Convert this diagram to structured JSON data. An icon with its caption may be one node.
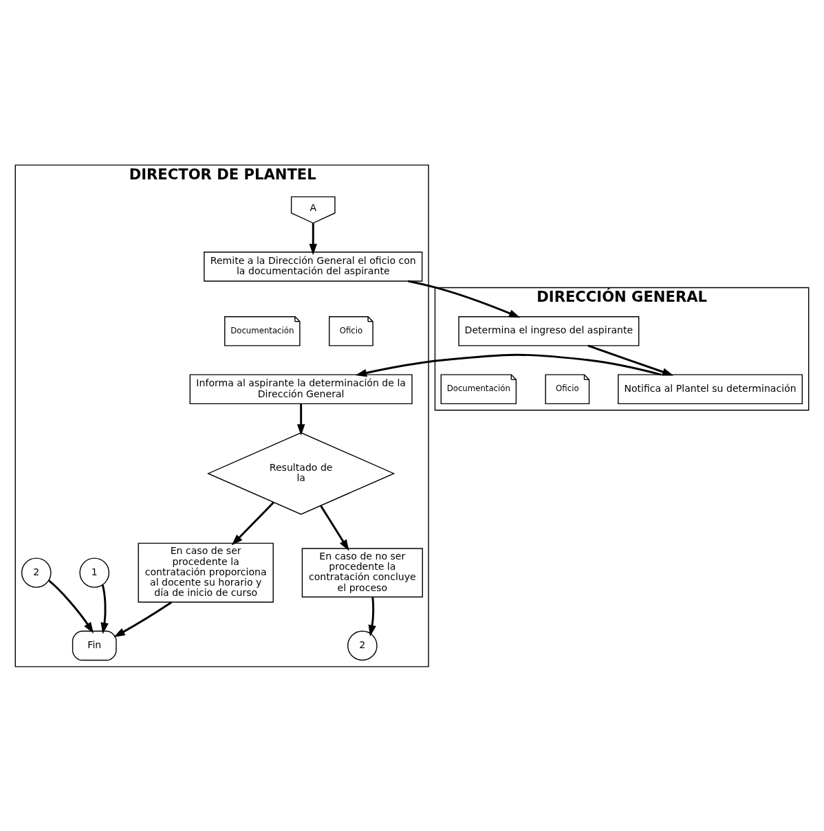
{
  "diagram": {
    "nodes": [
      {
        "text": [
          "DIRECTOR DE PLANTEL"
        ]
      },
      {
        "text": [
          "DIRECCIÓN GENERAL"
        ]
      },
      {
        "text": [
          "A"
        ],
        "in": 0
      },
      {
        "text": [
          "Remite a la Dirección General el oficio con la documentación del aspirante"
        ],
        "in": 0
      },
      {
        "text": [
          "Documentación"
        ],
        "in": 0
      },
      {
        "text": [
          "Oficio"
        ],
        "in": 0
      },
      {
        "text": [
          "Determina el ingreso del aspirante"
        ],
        "in": 1
      },
      {
        "text": [
          "Documentación"
        ],
        "in": 1
      },
      {
        "text": [
          "Oficio"
        ],
        "in": 1
      },
      {
        "text": [
          "Notifica al Plantel su determinación"
        ],
        "in": 1
      },
      {
        "text": [
          "Informa al aspirante la determinación de la Dirección General"
        ],
        "in": 0
      },
      {
        "text": [
          "Resultado de la"
        ],
        "in": 0
      },
      {
        "text": [
          "En caso de no ser procedente la contratación concluye el proceso"
        ],
        "in": 0
      },
      {
        "text": [
          "En caso de ser procedente la contratación proporciona al docente su horario y día de inicio de curso"
        ],
        "in": 0
      },
      {
        "text": [
          "2"
        ],
        "in": 0
      },
      {
        "text": [
          "1"
        ],
        "in": 0
      },
      {
        "text": [
          "Fin"
        ],
        "in": 0
      },
      {
        "text": [
          "2"
        ],
        "in": 0
      }
    ],
    "edges": [
      {
        "from": 2,
        "to": 3,
        "arrow": "to"
      },
      {
        "from": 3,
        "to": 6,
        "arrow": "to"
      },
      {
        "from": 6,
        "to": 9,
        "arrow": "to"
      },
      {
        "from": 9,
        "to": 10,
        "arrow": "to"
      },
      {
        "from": 10,
        "to": 11,
        "arrow": "to"
      },
      {
        "from": 11,
        "to": 12,
        "arrow": "to"
      },
      {
        "from": 11,
        "to": 13,
        "arrow": "to"
      },
      {
        "from": 12,
        "to": 14,
        "arrow": "to"
      },
      {
        "from": 13,
        "to": 16,
        "arrow": "to"
      },
      {
        "from": 15,
        "to": 16,
        "arrow": "to"
      },
      {
        "from": 17,
        "to": 16,
        "arrow": "to"
      }
    ]
  }
}
